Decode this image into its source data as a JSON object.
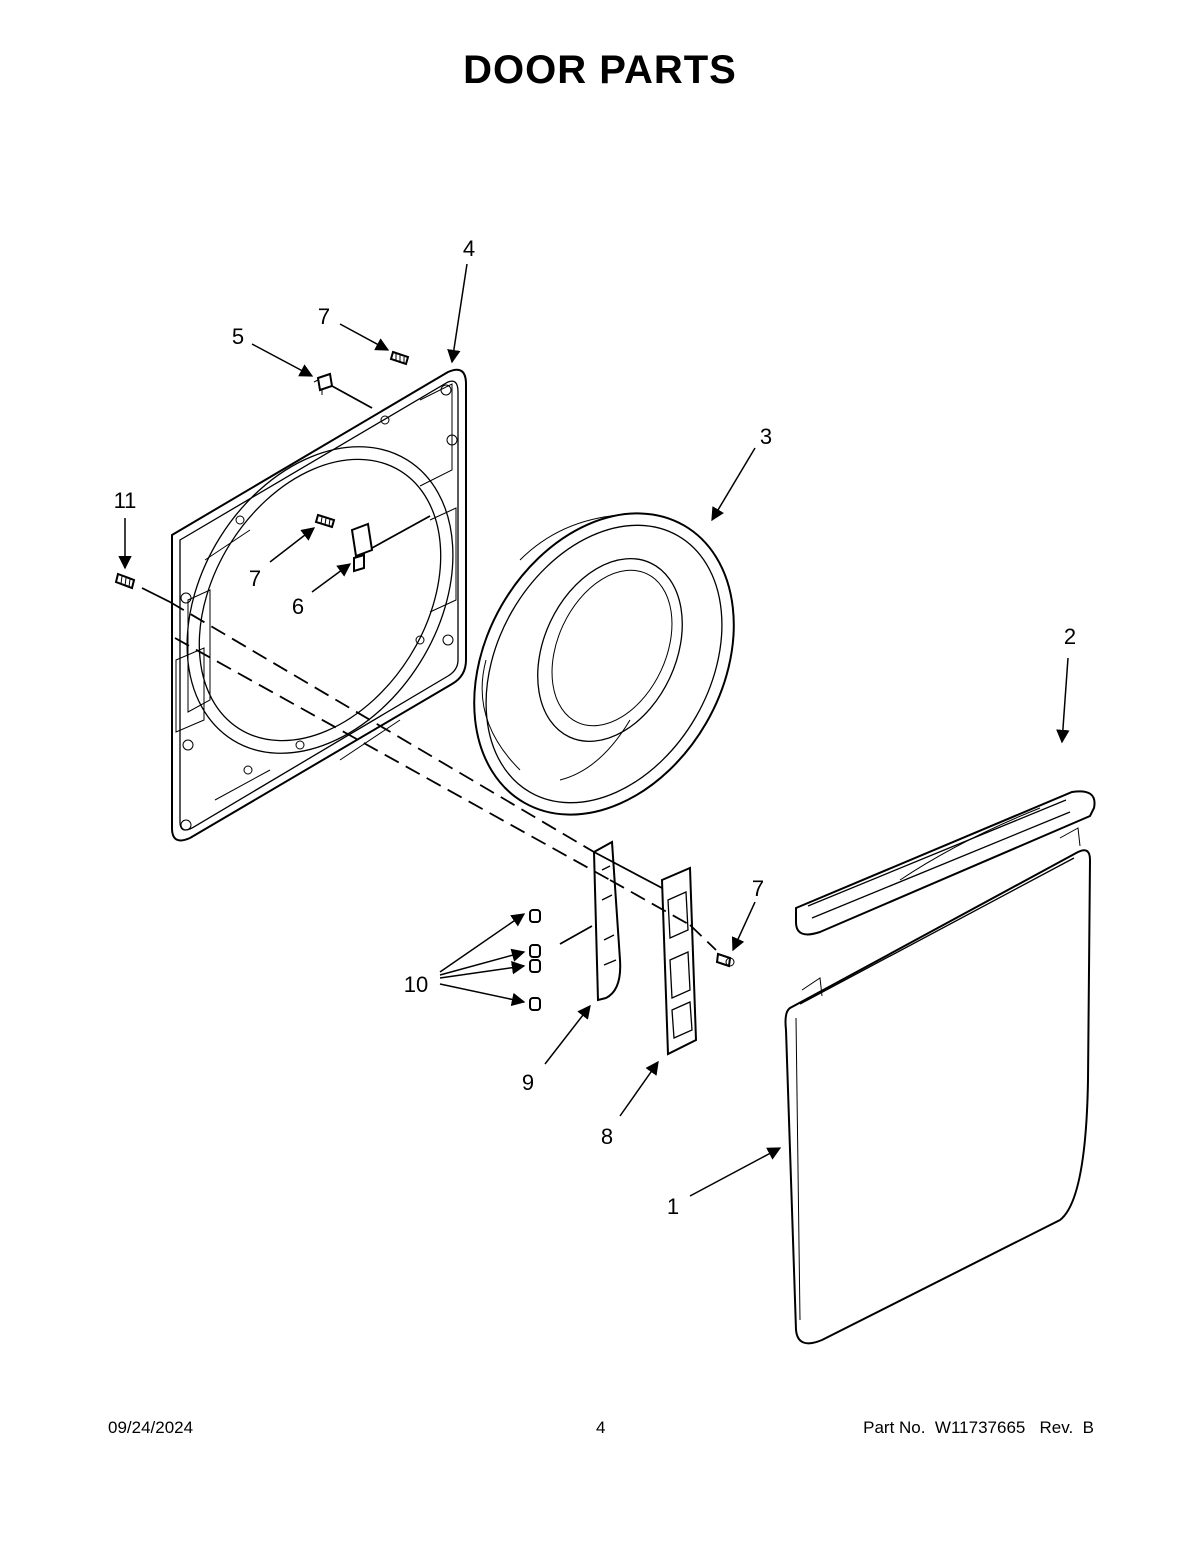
{
  "title": "DOOR PARTS",
  "footer": {
    "date": "09/24/2024",
    "page": "4",
    "part_number": "Part No.  W11737665   Rev.  B"
  },
  "callouts": {
    "c1": "1",
    "c2": "2",
    "c3": "3",
    "c4": "4",
    "c5": "5",
    "c6": "6",
    "c7a": "7",
    "c7b": "7",
    "c7c": "7",
    "c8": "8",
    "c9": "9",
    "c10": "10",
    "c11": "11"
  }
}
